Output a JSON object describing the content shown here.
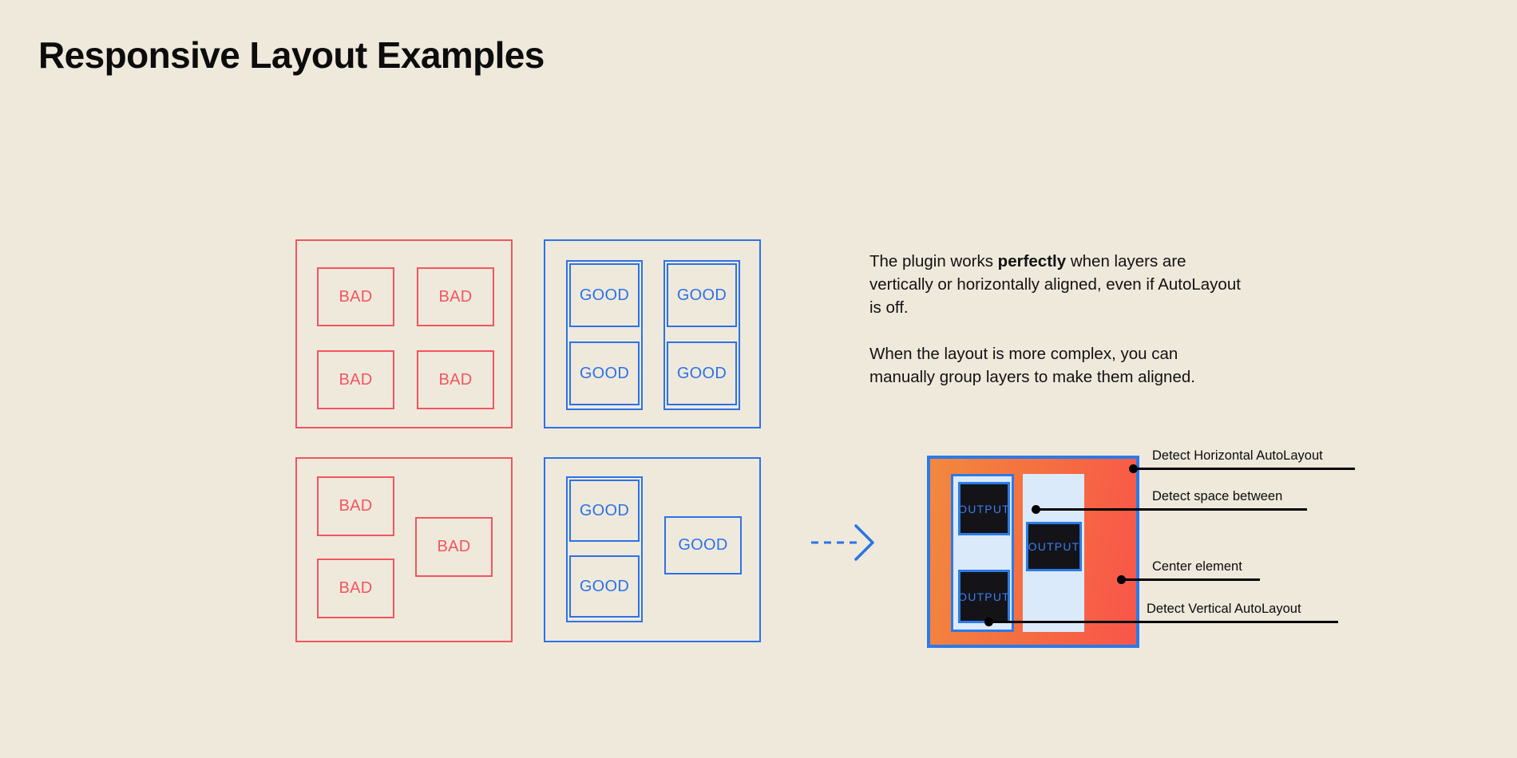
{
  "page": {
    "title": "Responsive Layout Examples",
    "background_color": "#efe9dc"
  },
  "colors": {
    "bad": "#f2555f",
    "good": "#2b72e8",
    "accent_blue": "#2b7ae8",
    "orange": "#f2893f",
    "red": "#f9554a",
    "panel_blue": "#dbeafb",
    "output_bg": "#141418",
    "output_text": "#3c7df0",
    "text": "#0c0c0c"
  },
  "examples": {
    "bad_label": "BAD",
    "good_label": "GOOD",
    "grid_bad": {
      "name": "bad-grid-example",
      "cells": [
        "BAD",
        "BAD",
        "BAD",
        "BAD"
      ]
    },
    "grid_good": {
      "name": "good-grid-example",
      "cells": [
        "GOOD",
        "GOOD",
        "GOOD",
        "GOOD"
      ]
    },
    "complex_bad": {
      "name": "bad-complex-example",
      "cells": [
        "BAD",
        "BAD",
        "BAD"
      ]
    },
    "complex_good": {
      "name": "good-complex-example",
      "cells": [
        "GOOD",
        "GOOD",
        "GOOD"
      ]
    }
  },
  "arrow": {
    "icon": "dashed-arrow-right-icon",
    "color": "#2b72e8"
  },
  "copy": {
    "paragraph_1_part_1": "The plugin works ",
    "paragraph_1_bold": "perfectly",
    "paragraph_1_part_2": " when layers are vertically or horizontally aligned, even if AutoLayout is off.",
    "paragraph_2": "When the layout is more complex, you can manually group layers to make them aligned."
  },
  "diagram": {
    "name": "autolayout-detection-diagram",
    "output_label": "OUTPUT",
    "outputs": [
      "OUTPUT",
      "OUTPUT",
      "OUTPUT"
    ],
    "annotations": [
      {
        "label": "Detect Horizontal AutoLayout"
      },
      {
        "label": "Detect space between"
      },
      {
        "label": "Center element"
      },
      {
        "label": "Detect Vertical AutoLayout"
      }
    ]
  }
}
